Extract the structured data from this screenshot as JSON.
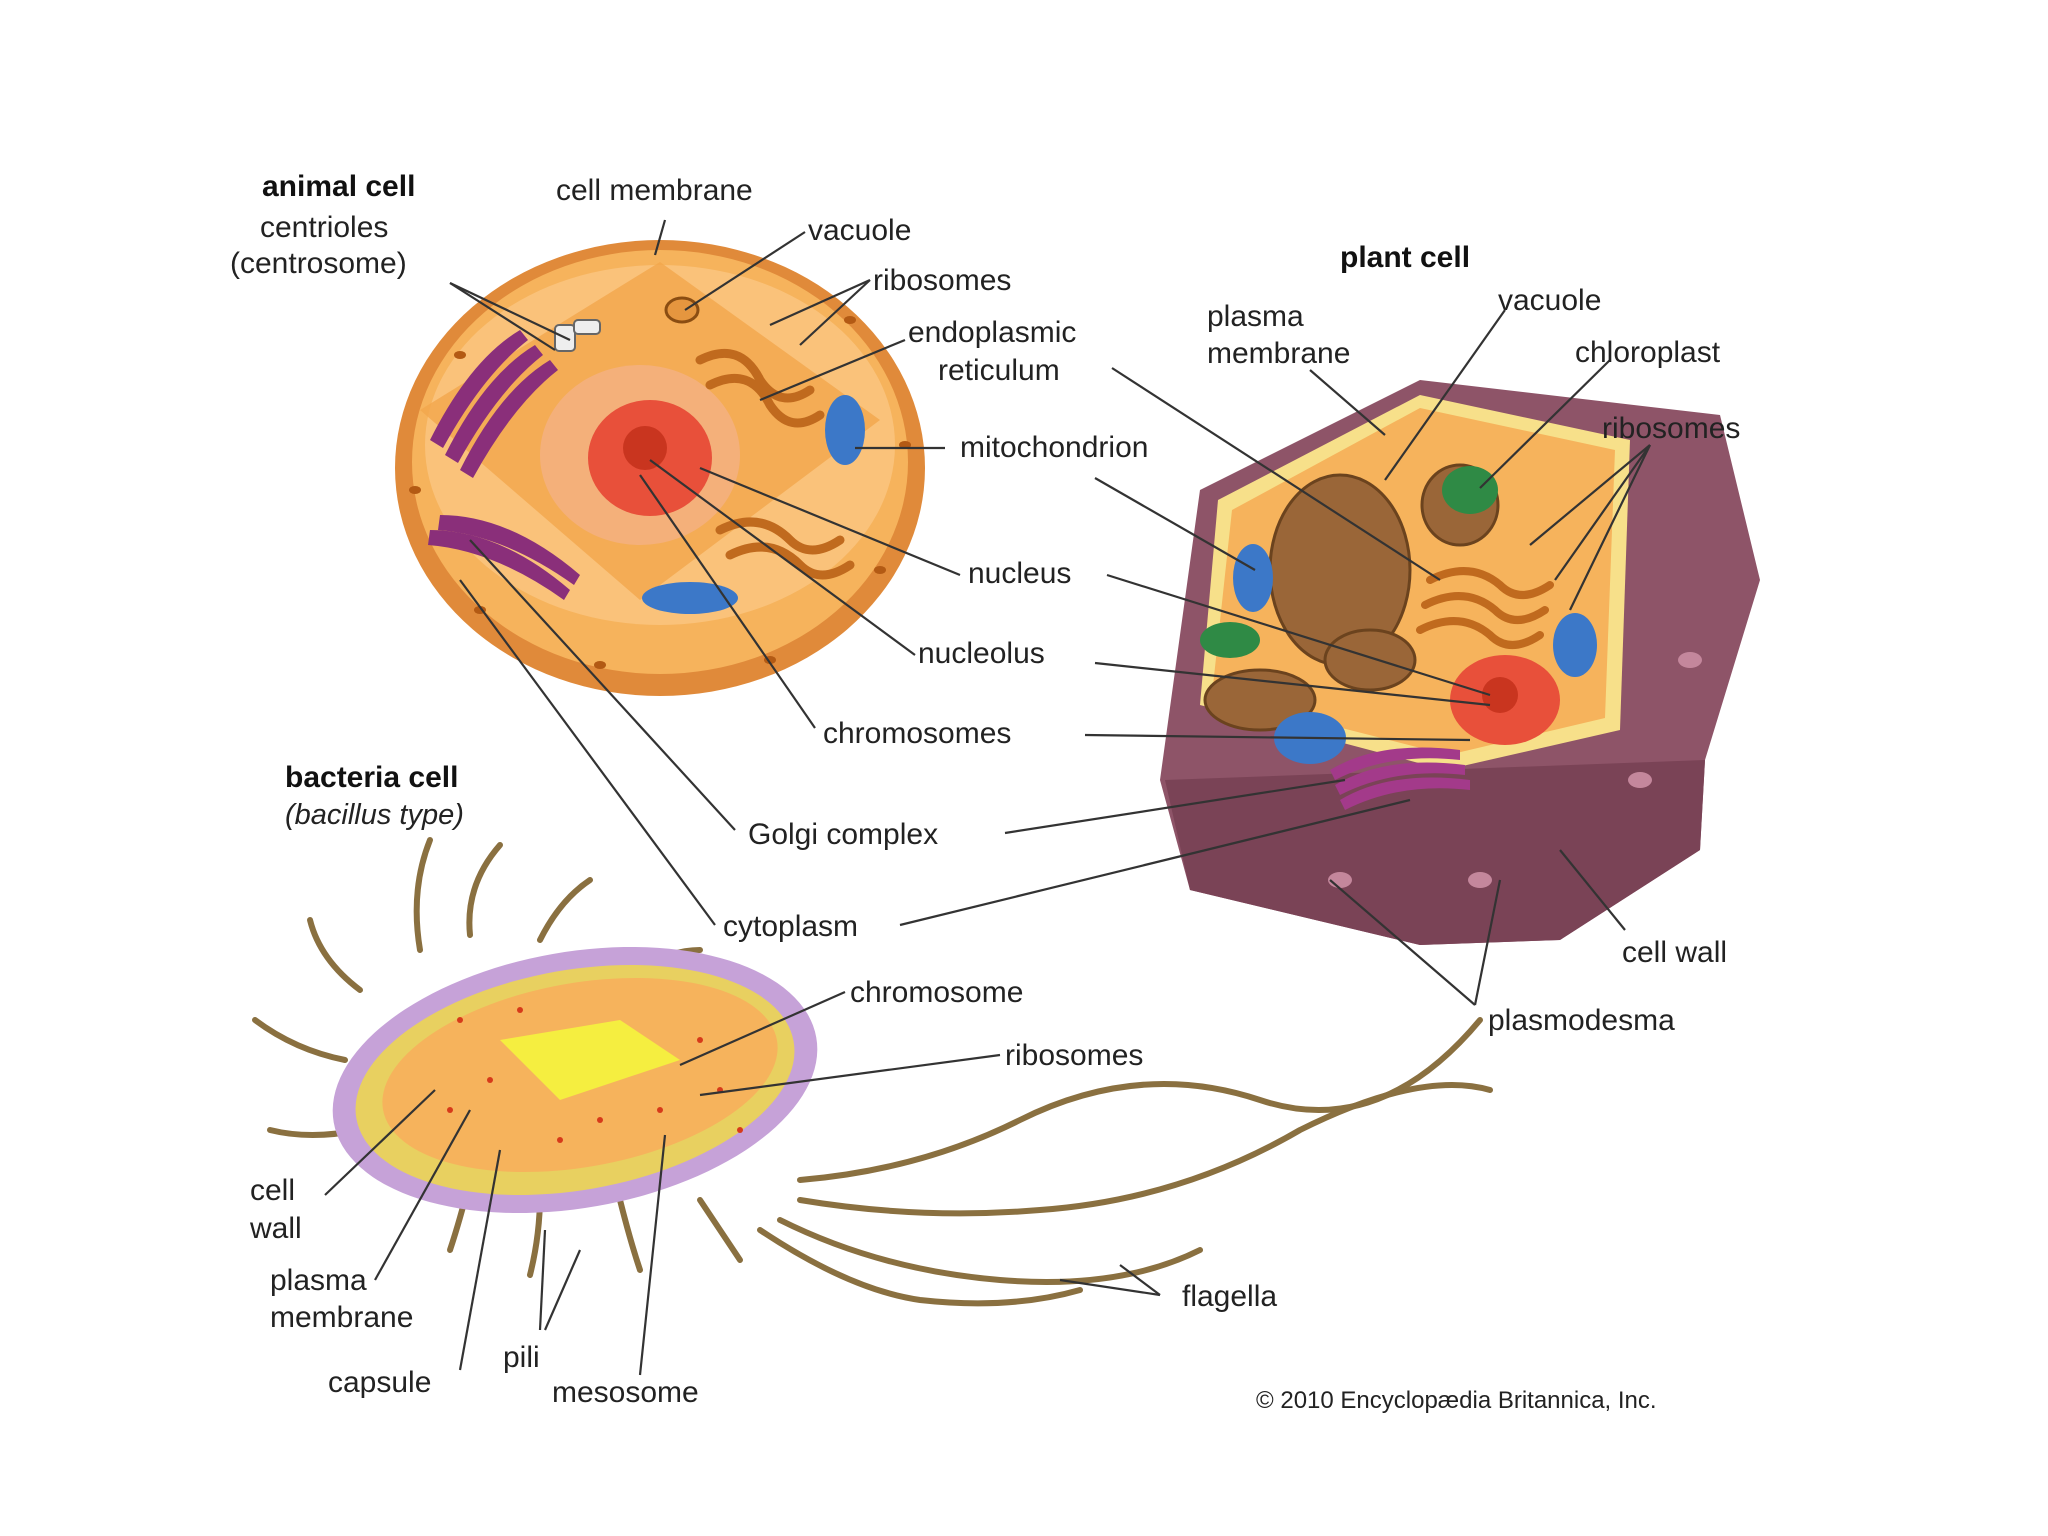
{
  "animal": {
    "title": "animal cell",
    "centrioles_1": "centrioles",
    "centrioles_2": "(centrosome)",
    "cell_membrane": "cell membrane",
    "vacuole": "vacuole",
    "ribosomes": "ribosomes",
    "er_1": "endoplasmic",
    "er_2": "reticulum",
    "mitochondrion": "mitochondrion",
    "nucleus": "nucleus",
    "nucleolus": "nucleolus",
    "chromosomes": "chromosomes",
    "golgi": "Golgi complex",
    "cytoplasm": "cytoplasm"
  },
  "plant": {
    "title": "plant cell",
    "plasma_1": "plasma",
    "plasma_2": "membrane",
    "vacuole": "vacuole",
    "chloroplast": "chloroplast",
    "ribosomes": "ribosomes",
    "cell_wall": "cell wall",
    "plasmodesma": "plasmodesma"
  },
  "bacteria": {
    "title": "bacteria cell",
    "subtitle": "(bacillus type)",
    "chromosome": "chromosome",
    "ribosomes": "ribosomes",
    "cell_wall_1": "cell",
    "cell_wall_2": "wall",
    "plasma_1": "plasma",
    "plasma_2": "membrane",
    "capsule": "capsule",
    "pili": "pili",
    "mesosome": "mesosome",
    "flagella": "flagella"
  },
  "credit": "© 2010 Encyclopædia Britannica, Inc.",
  "colors": {
    "animal_cytoplasm": "#f6b35c",
    "nucleus": "#e8503a",
    "golgi": "#8a2f7a",
    "mitochondrion": "#3c78c8",
    "chloroplast": "#2f8a45",
    "cell_wall": "#8e5468",
    "capsule": "#c6a2d8",
    "flagella": "#8a7040"
  }
}
